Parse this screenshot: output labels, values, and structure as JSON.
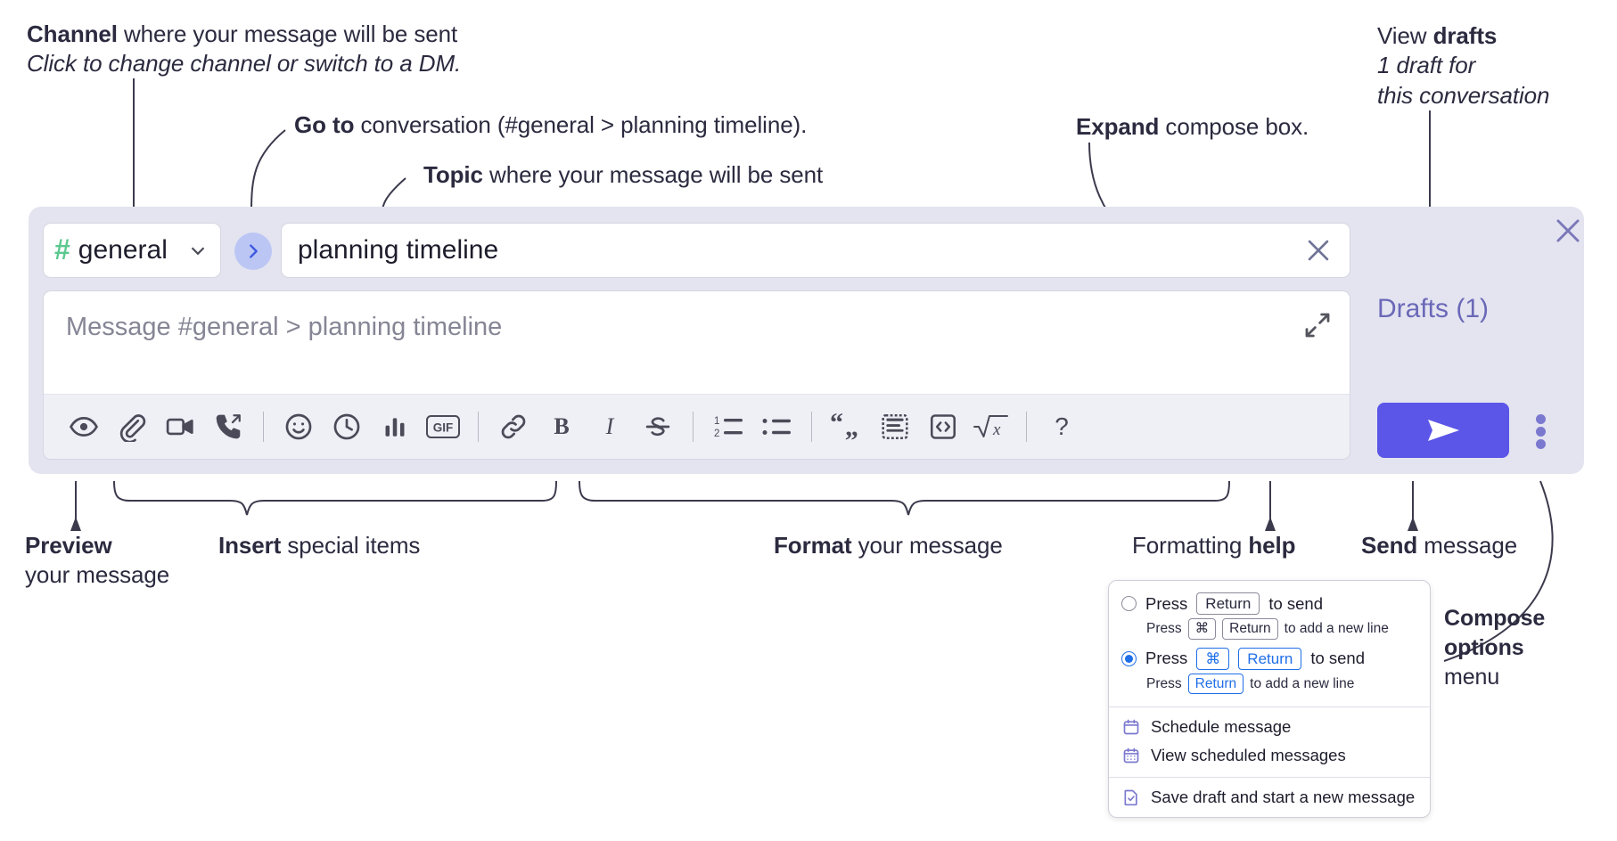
{
  "annotations": {
    "channel": {
      "bold": "Channel",
      "rest": " where your message will be sent",
      "italic": "Click to change channel or switch to a DM."
    },
    "goto": {
      "bold": "Go to",
      "rest": " conversation (#general > planning timeline)."
    },
    "topic": {
      "bold": "Topic",
      "rest": " where your message will be sent"
    },
    "expand": {
      "bold": "Expand",
      "rest": " compose box."
    },
    "drafts": {
      "pre": "View ",
      "bold": "drafts",
      "italic1": "1 draft for",
      "italic2": "this conversation"
    },
    "preview": {
      "bold": "Preview",
      "line2": "your message"
    },
    "insert": {
      "bold": "Insert",
      "rest": " special items"
    },
    "format": {
      "bold": "Format",
      "rest": " your message"
    },
    "help": {
      "pre": "Formatting ",
      "bold": "help"
    },
    "send": {
      "bold": "Send",
      "rest": " message"
    },
    "compose_options": {
      "bold1": "Compose",
      "bold2": "options",
      "rest": "menu"
    }
  },
  "compose": {
    "channel_name": "general",
    "channel_hash": "#",
    "channel_chevron_icon": "chevron-down-icon",
    "goto_icon": "chevron-right-icon",
    "topic_value": "planning timeline",
    "topic_clear_icon": "close-icon",
    "message_placeholder": "Message #general > planning timeline",
    "expand_icon": "expand-diagonal-icon",
    "panel_close_icon": "close-icon",
    "drafts_label": "Drafts (1)",
    "send_icon": "paper-plane-icon",
    "kebab_icon": "more-vertical-icon",
    "accent_send": "#5b55e8",
    "accent_drafts": "#6b68b8",
    "hash_color": "#5bc98f",
    "panel_bg": "#e3e4f0"
  },
  "toolbar": {
    "groups": [
      {
        "name": "insert",
        "items": [
          {
            "icon": "eye-icon",
            "label": "Preview"
          },
          {
            "icon": "paperclip-icon",
            "label": "Attach file"
          },
          {
            "icon": "video-camera-icon",
            "label": "Video clip"
          },
          {
            "icon": "phone-forward-icon",
            "label": "Audio clip"
          }
        ]
      },
      {
        "name": "insert2",
        "items": [
          {
            "icon": "emoji-icon",
            "label": "Emoji"
          },
          {
            "icon": "clock-icon",
            "label": "Reminder"
          },
          {
            "icon": "bar-chart-icon",
            "label": "Poll"
          },
          {
            "icon": "gif-icon",
            "label": "GIF"
          }
        ]
      },
      {
        "name": "format",
        "items": [
          {
            "icon": "link-icon",
            "label": "Link"
          },
          {
            "icon": "bold-icon",
            "label": "Bold"
          },
          {
            "icon": "italic-icon",
            "label": "Italic"
          },
          {
            "icon": "strikethrough-icon",
            "label": "Strikethrough"
          }
        ]
      },
      {
        "name": "lists",
        "items": [
          {
            "icon": "ordered-list-icon",
            "label": "Ordered list"
          },
          {
            "icon": "bulleted-list-icon",
            "label": "Bulleted list"
          }
        ]
      },
      {
        "name": "blocks",
        "items": [
          {
            "icon": "blockquote-icon",
            "label": "Blockquote"
          },
          {
            "icon": "code-block-icon",
            "label": "Code block"
          },
          {
            "icon": "code-icon",
            "label": "Code"
          },
          {
            "icon": "math-icon",
            "label": "Math"
          }
        ]
      },
      {
        "name": "help",
        "items": [
          {
            "icon": "question-mark-icon",
            "label": "Formatting help"
          }
        ]
      }
    ],
    "gif_label": "GIF",
    "bold_label": "B",
    "italic_label": "I",
    "help_label": "?",
    "ordered_1": "1",
    "ordered_2": "2"
  },
  "menu": {
    "option1": {
      "selected": false,
      "pre": "Press",
      "key": "Return",
      "post": "to send",
      "sub_pre": "Press",
      "sub_key1": "⌘",
      "sub_key2": "Return",
      "sub_post": "to add a new line"
    },
    "option2": {
      "selected": true,
      "pre": "Press",
      "key1": "⌘",
      "key2": "Return",
      "post": "to send",
      "sub_pre": "Press",
      "sub_key": "Return",
      "sub_post": "to add a new line"
    },
    "items": [
      {
        "icon": "calendar-icon",
        "label": "Schedule message"
      },
      {
        "icon": "calendar-grid-icon",
        "label": "View scheduled messages"
      },
      {
        "icon": "document-check-icon",
        "label": "Save draft and start a new message"
      }
    ],
    "icon_color": "#7b78cf",
    "accent_blue": "#1f6fe8"
  }
}
